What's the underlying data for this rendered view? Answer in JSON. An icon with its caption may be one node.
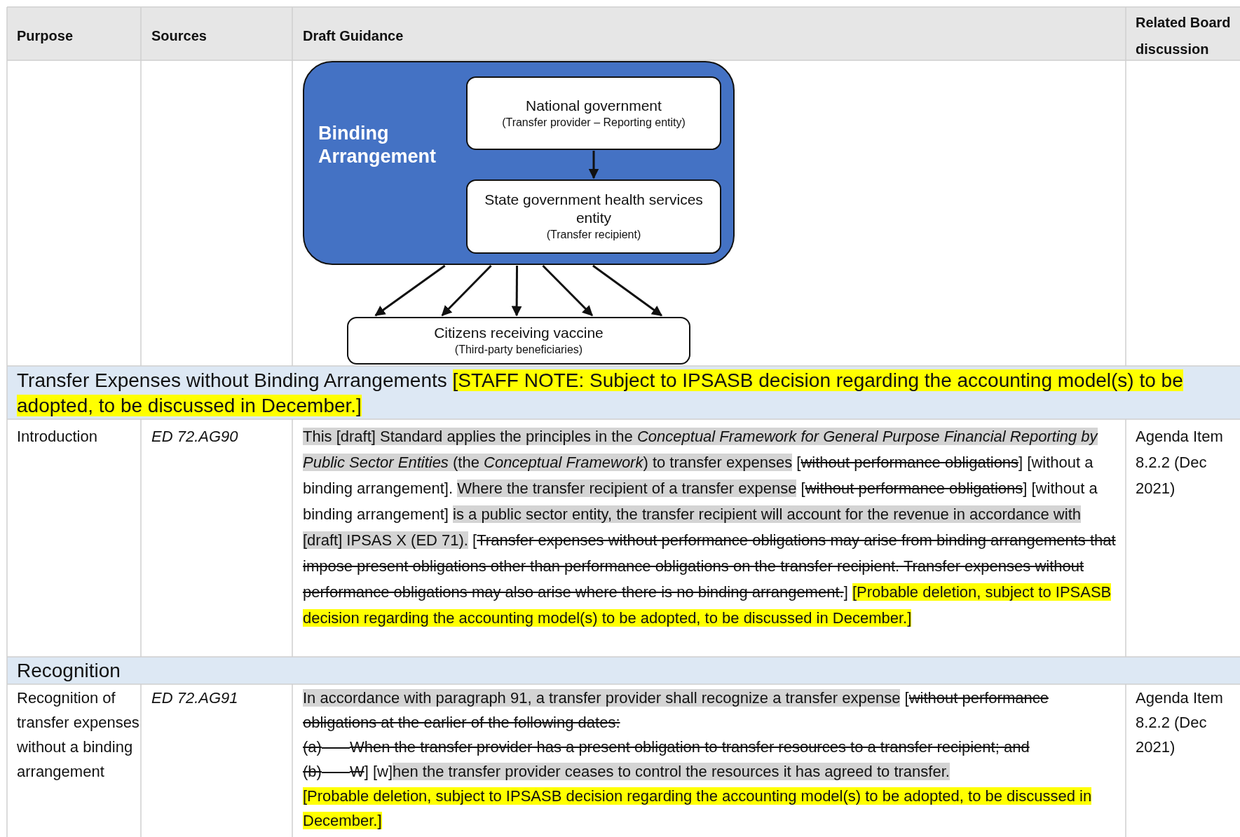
{
  "diagram": {
    "nodes": [
      {
        "text": [
          "Binding Arrangement"
        ]
      },
      {
        "text": [
          "National government",
          "(Transfer provider – Reporting entity)"
        ],
        "in": 0
      },
      {
        "text": [
          "State government health services entity",
          "(Transfer recipient)"
        ],
        "in": 0
      },
      {
        "text": [
          "Citizens receiving vaccine",
          "(Third-party beneficiaries)"
        ]
      }
    ],
    "edges": [
      {
        "from": 1,
        "to": 2,
        "arrow": "to"
      },
      {
        "from": 0,
        "to": 3,
        "arrow": "to"
      },
      {
        "from": 0,
        "to": 3,
        "arrow": "to"
      },
      {
        "from": 0,
        "to": 3,
        "arrow": "to"
      },
      {
        "from": 0,
        "to": 3,
        "arrow": "to"
      },
      {
        "from": 0,
        "to": 3,
        "arrow": "to"
      }
    ],
    "labels": [
      "Purpose",
      "Sources",
      "Draft Guidance",
      "Related Board discussion",
      "Transfer Expenses without Binding Arrangements",
      "[STAFF NOTE: Subject to IPSASB decision regarding the accounting model(s) to be adopted, to be discussed in December.]",
      "Introduction",
      "ED 72.AG90",
      "This [draft] Standard applies the principles in the *Conceptual Framework for General Purpose Financial Reporting by Public Sector Entities* (the *Conceptual Framework*) to transfer expenses",
      "[",
      "without performance obligations",
      "] [without a binding arrangement].",
      "Where the transfer recipient of a transfer expense",
      "[",
      "without performance obligations",
      "] [without a binding arrangement]",
      "is a public sector entity, the transfer recipient will account for the revenue in accordance with [draft] IPSAS X (ED 71).",
      "[",
      "Transfer expenses without performance obligations may arise from binding arrangements that impose present obligations other than performance obligations on the transfer recipient. Transfer expenses without performance obligations may also arise where there is no binding arrangement.",
      "]",
      "[Probable deletion, subject to IPSASB decision regarding the accounting model(s) to be adopted, to be discussed in December.]",
      "Agenda Item 8.2.2 (Dec 2021)",
      "Recognition",
      "Recognition of transfer expenses without a binding arrangement",
      "ED 72.AG91",
      "In accordance with paragraph 91, a transfer provider shall recognize a transfer expense",
      "[",
      "without performance obligations at the earlier of the following dates:",
      "(a)",
      "When the transfer provider has a present obligation to transfer resources to a transfer recipient; and",
      "(b)",
      "W",
      "] [w]",
      "hen the transfer provider ceases to control the resources it has agreed to transfer.",
      "[Probable deletion, subject to IPSASB decision regarding the accounting model(s) to be adopted, to be discussed in December.]",
      "Agenda Item 8.2.2 (Dec 2021)"
    ]
  }
}
